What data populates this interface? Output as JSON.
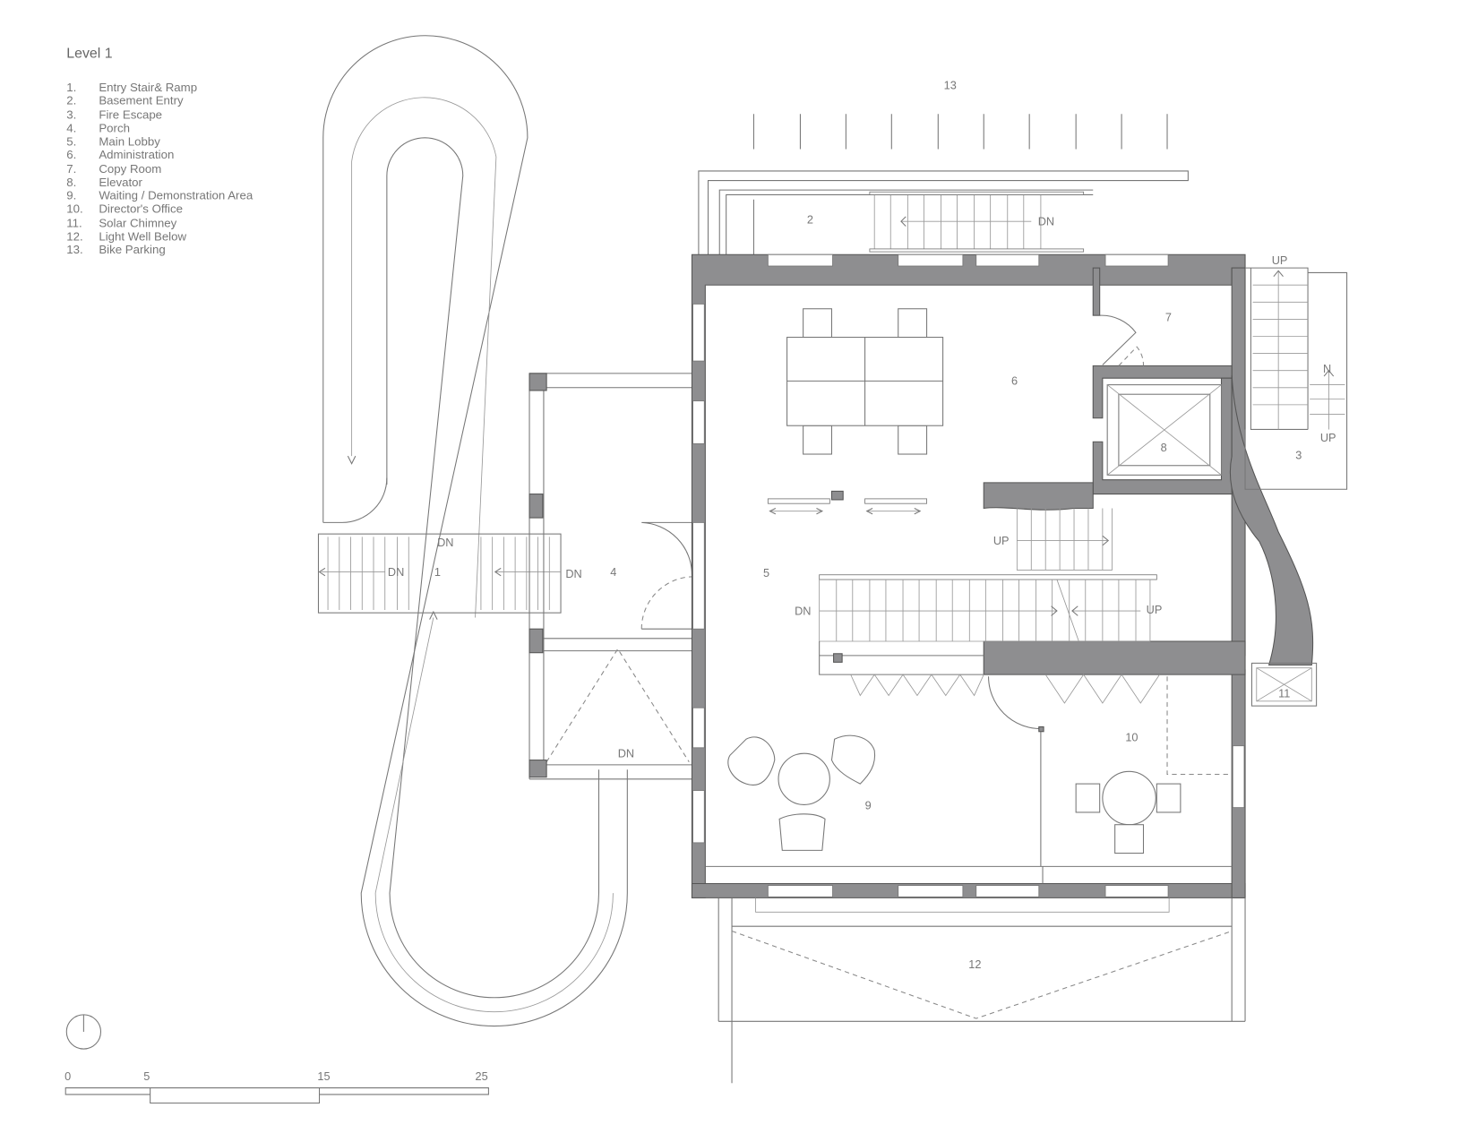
{
  "title": "Level 1",
  "legend": [
    {
      "num": "1.",
      "label": "Entry Stair& Ramp"
    },
    {
      "num": "2.",
      "label": "Basement Entry"
    },
    {
      "num": "3.",
      "label": "Fire Escape"
    },
    {
      "num": "4.",
      "label": "Porch"
    },
    {
      "num": "5.",
      "label": "Main Lobby"
    },
    {
      "num": "6.",
      "label": "Administration"
    },
    {
      "num": "7.",
      "label": "Copy Room"
    },
    {
      "num": "8.",
      "label": "Elevator"
    },
    {
      "num": "9.",
      "label": "Waiting / Demonstration Area"
    },
    {
      "num": "10.",
      "label": "Director's Office"
    },
    {
      "num": "11.",
      "label": "Solar Chimney"
    },
    {
      "num": "12.",
      "label": "Light Well Below"
    },
    {
      "num": "13.",
      "label": "Bike Parking"
    }
  ],
  "rooms": {
    "r1": "1",
    "r2": "2",
    "r3": "3",
    "r4": "4",
    "r5": "5",
    "r6": "6",
    "r7": "7",
    "r8": "8",
    "r9": "9",
    "r10": "10",
    "r11": "11",
    "r12": "12",
    "r13": "13"
  },
  "stair_labels": {
    "dn": "DN",
    "up": "UP",
    "n": "N"
  },
  "scale": {
    "ticks": [
      "0",
      "5",
      "15",
      "25"
    ]
  }
}
